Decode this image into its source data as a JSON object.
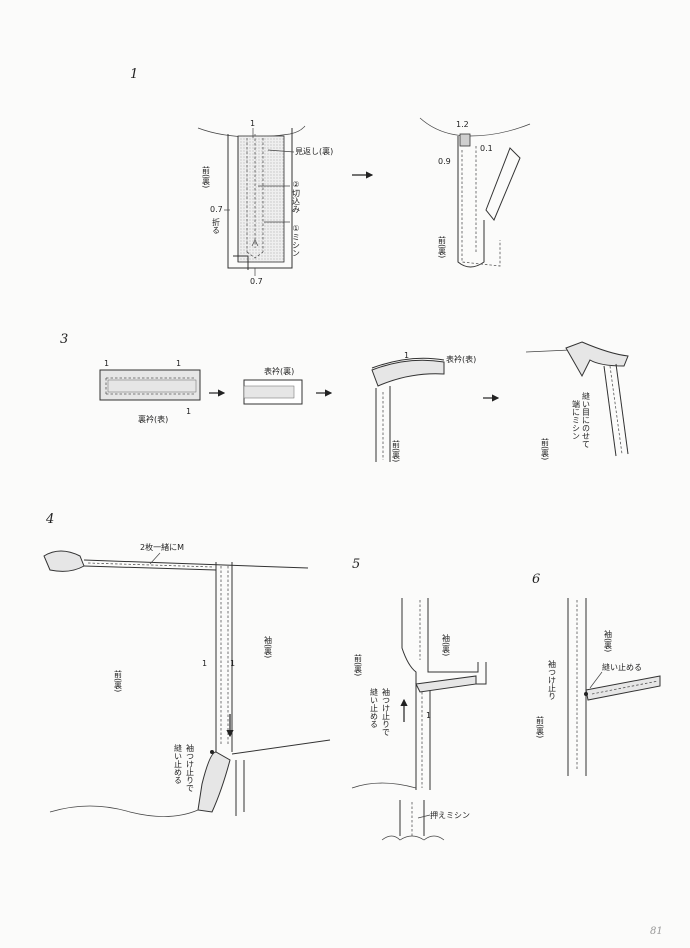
{
  "steps": {
    "s1": "1",
    "s3": "3",
    "s4": "4",
    "s5": "5",
    "s6": "6"
  },
  "step1": {
    "mae_ura": "前(裏)",
    "mikaeshi_ura": "見返し(裏)",
    "kirikomi": "②切込み",
    "mishin": "①ミシン",
    "oru": "0.7折る",
    "m1": "1",
    "m07": "0.7",
    "r12": "1.2",
    "r01": "0.1",
    "r09": "0.9",
    "mae_ura_right": "前(裏)"
  },
  "step3": {
    "m1a": "1",
    "m1b": "1",
    "m1c": "1",
    "uraeri_omote": "裏衿(表)",
    "omoteeri_ura": "表衿(裏)",
    "omoteeri_omote": "表衿(表)",
    "m1d": "1",
    "mae_ura_c": "前(裏)",
    "mae_ura_d": "前(裏)",
    "note": "縫い目にのせて端にミシン"
  },
  "step4": {
    "nimai": "2枚一緒にM",
    "mae_ura": "前(裏)",
    "sode_ura": "袖(裏)",
    "m1a": "1",
    "m1b": "1",
    "note": "袖つけ止りで縫い止める"
  },
  "step5": {
    "mae_ura": "前(裏)",
    "sode_ura": "袖(裏)",
    "note": "袖つけ止りで縫い止める",
    "m1": "1",
    "osae": "押えミシン"
  },
  "step6": {
    "sode_ura": "袖(裏)",
    "tome": "縫い止める",
    "sodetsuke": "袖つけ止り",
    "mae_ura": "前(裏)"
  },
  "page_number": "81"
}
